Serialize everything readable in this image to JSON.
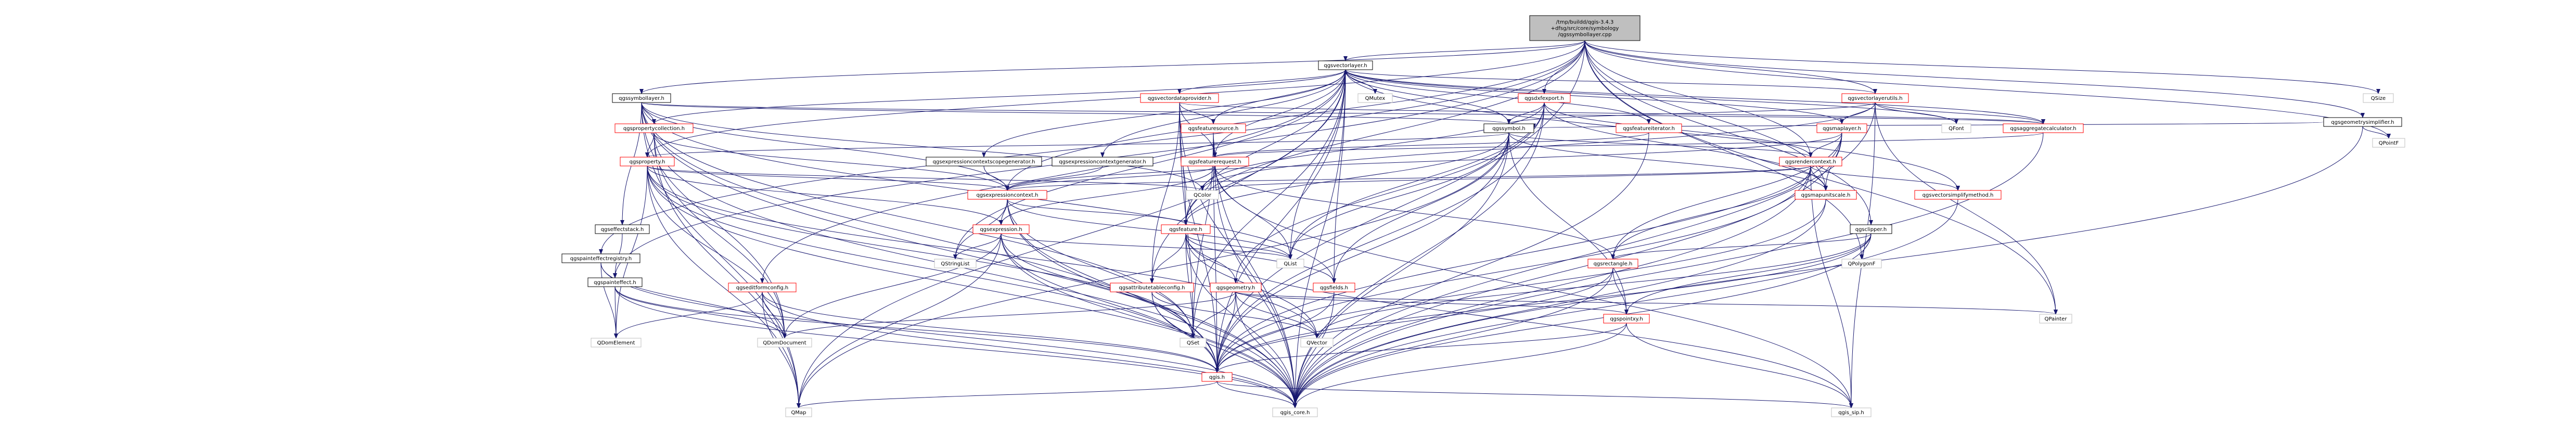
{
  "title": "",
  "colors": {
    "root_fill": "#bfbfbf",
    "edge": "#191970",
    "red_border": "#ff0000",
    "black_border": "#000000",
    "gray_border": "#bfbfbf"
  },
  "nodes": [
    {
      "id": "root",
      "label": [
        "/tmp/buildd/qgis-3.4.3",
        "+dfsg/src/core/symbology",
        "/qgssymbollayer.cpp"
      ],
      "kind": "root"
    },
    {
      "id": "qgsvectorlayer",
      "label": [
        "qgsvectorlayer.h"
      ],
      "kind": "doc"
    },
    {
      "id": "qgsvectorlayerutils",
      "label": [
        "qgsvectorlayerutils.h"
      ],
      "kind": "hasdeps"
    },
    {
      "id": "qgsdxfexport",
      "label": [
        "qgsdxfexport.h"
      ],
      "kind": "hasdeps"
    },
    {
      "id": "qsize",
      "label": [
        "QSize"
      ],
      "kind": "ext"
    },
    {
      "id": "qgsgeometrysimplifier",
      "label": [
        "qgsgeometrysimplifier.h"
      ],
      "kind": "doc"
    },
    {
      "id": "qgssymbollayer",
      "label": [
        "qgssymbollayer.h"
      ],
      "kind": "doc"
    },
    {
      "id": "qgsvectordataprovider",
      "label": [
        "qgsvectordataprovider.h"
      ],
      "kind": "hasdeps"
    },
    {
      "id": "qmutex",
      "label": [
        "QMutex"
      ],
      "kind": "ext"
    },
    {
      "id": "qgssymbol",
      "label": [
        "qgssymbol.h"
      ],
      "kind": "doc"
    },
    {
      "id": "qgsfeatureiterator",
      "label": [
        "qgsfeatureiterator.h"
      ],
      "kind": "hasdeps"
    },
    {
      "id": "qgsmaplayer",
      "label": [
        "qgsmaplayer.h"
      ],
      "kind": "hasdeps"
    },
    {
      "id": "qgsaggregatecalculator",
      "label": [
        "qgsaggregatecalculator.h"
      ],
      "kind": "hasdeps"
    },
    {
      "id": "qfont",
      "label": [
        "QFont"
      ],
      "kind": "ext"
    },
    {
      "id": "qpointf",
      "label": [
        "QPointF"
      ],
      "kind": "ext"
    },
    {
      "id": "qgspropertycollection",
      "label": [
        "qgspropertycollection.h"
      ],
      "kind": "hasdeps"
    },
    {
      "id": "qgsproperty",
      "label": [
        "qgsproperty.h"
      ],
      "kind": "hasdeps"
    },
    {
      "id": "qgsfeaturesource",
      "label": [
        "qgsfeaturesource.h"
      ],
      "kind": "hasdeps"
    },
    {
      "id": "qgsfeaturerequest",
      "label": [
        "qgsfeaturerequest.h"
      ],
      "kind": "hasdeps"
    },
    {
      "id": "qgsrendercontext",
      "label": [
        "qgsrendercontext.h"
      ],
      "kind": "hasdeps"
    },
    {
      "id": "qgsexpressioncontextscopegenerator",
      "label": [
        "qgsexpressioncontextscopegenerator.h"
      ],
      "kind": "doc"
    },
    {
      "id": "qgsexpressioncontextgenerator",
      "label": [
        "qgsexpressioncontextgenerator.h"
      ],
      "kind": "doc"
    },
    {
      "id": "qgsexpressioncontext",
      "label": [
        "qgsexpressioncontext.h"
      ],
      "kind": "hasdeps"
    },
    {
      "id": "qcolor",
      "label": [
        "QColor"
      ],
      "kind": "ext"
    },
    {
      "id": "qgsmapunitscale",
      "label": [
        "qgsmapunitscale.h"
      ],
      "kind": "hasdeps"
    },
    {
      "id": "qgsvectorsimplifymethod",
      "label": [
        "qgsvectorsimplifymethod.h"
      ],
      "kind": "hasdeps"
    },
    {
      "id": "qgseffectstack",
      "label": [
        "qgseffectstack.h"
      ],
      "kind": "doc"
    },
    {
      "id": "qgsexpression",
      "label": [
        "qgsexpression.h"
      ],
      "kind": "hasdeps"
    },
    {
      "id": "qgsfeature",
      "label": [
        "qgsfeature.h"
      ],
      "kind": "hasdeps"
    },
    {
      "id": "qgsclipper",
      "label": [
        "qgsclipper.h"
      ],
      "kind": "doc"
    },
    {
      "id": "qgspainteffectregistry",
      "label": [
        "qgspainteffectregistry.h"
      ],
      "kind": "doc"
    },
    {
      "id": "qgspainteffect",
      "label": [
        "qgspainteffect.h"
      ],
      "kind": "doc"
    },
    {
      "id": "qgseditformconfig",
      "label": [
        "qgseditformconfig.h"
      ],
      "kind": "hasdeps"
    },
    {
      "id": "qstringlist",
      "label": [
        "QStringList"
      ],
      "kind": "ext"
    },
    {
      "id": "qgsattributetableconfig",
      "label": [
        "qgsattributetableconfig.h"
      ],
      "kind": "hasdeps"
    },
    {
      "id": "qgsgeometry",
      "label": [
        "qgsgeometry.h"
      ],
      "kind": "hasdeps"
    },
    {
      "id": "qlist",
      "label": [
        "QList"
      ],
      "kind": "ext"
    },
    {
      "id": "qgsfields",
      "label": [
        "qgsfields.h"
      ],
      "kind": "hasdeps"
    },
    {
      "id": "qgsrectangle",
      "label": [
        "qgsrectangle.h"
      ],
      "kind": "hasdeps"
    },
    {
      "id": "qpolygonf",
      "label": [
        "QPolygonF"
      ],
      "kind": "ext"
    },
    {
      "id": "qdomelement",
      "label": [
        "QDomElement"
      ],
      "kind": "ext"
    },
    {
      "id": "qdomdocument",
      "label": [
        "QDomDocument"
      ],
      "kind": "ext"
    },
    {
      "id": "qset",
      "label": [
        "QSet"
      ],
      "kind": "ext"
    },
    {
      "id": "qvector",
      "label": [
        "QVector"
      ],
      "kind": "ext"
    },
    {
      "id": "qgspointxy",
      "label": [
        "qgspointxy.h"
      ],
      "kind": "hasdeps"
    },
    {
      "id": "qpainter",
      "label": [
        "QPainter"
      ],
      "kind": "ext"
    },
    {
      "id": "qgis",
      "label": [
        "qgis.h"
      ],
      "kind": "hasdeps"
    },
    {
      "id": "qmap",
      "label": [
        "QMap"
      ],
      "kind": "ext"
    },
    {
      "id": "qgis_core",
      "label": [
        "qgis_core.h"
      ],
      "kind": "ext"
    },
    {
      "id": "qgis_sip",
      "label": [
        "qgis_sip.h"
      ],
      "kind": "ext"
    }
  ]
}
